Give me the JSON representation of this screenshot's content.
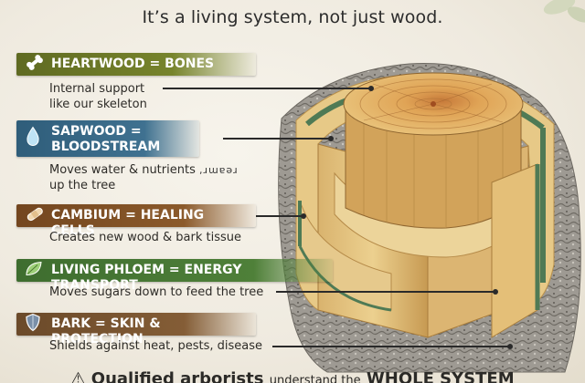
{
  "tagline": "It’s a living system, not just wood.",
  "layers": {
    "heartwood": {
      "title": "HEARTWOOD = BONES",
      "desc_1": "Internal support",
      "desc_2": "like our skeleton"
    },
    "sapwood": {
      "title_1": "SAPWOOD =",
      "title_2": "BLOODSTREAM",
      "desc_1": "Moves water & nutrients",
      "desc_2": "up the tree",
      "garbled": ",ɹɯɐəɹ"
    },
    "cambium": {
      "title": "CAMBIUM = HEALING CELLS",
      "desc": "Creates new wood & bark tissue"
    },
    "phloem": {
      "title": "LIVING PHLOEM = ENERGY TRANSPORT",
      "desc": "Moves sugars down to feed the tree"
    },
    "bark": {
      "title": "BARK = SKIN & PROTECTION",
      "desc": "Shields against heat, pests, disease"
    }
  },
  "footer": {
    "part1": "Qualified arborists",
    "part2": "understand the",
    "part3": "WHOLE SYSTEM"
  },
  "icons": [
    "bone-icon",
    "water-drop-icon",
    "bandage-icon",
    "leaf-icon",
    "shield-icon",
    "warning-icon"
  ],
  "colors": {
    "heartwood_band": "#77842c",
    "sapwood_band": "#3f7190",
    "cambium_band": "#8b5a2b",
    "phloem_band": "#4f8039",
    "bark_band": "#845d36"
  }
}
